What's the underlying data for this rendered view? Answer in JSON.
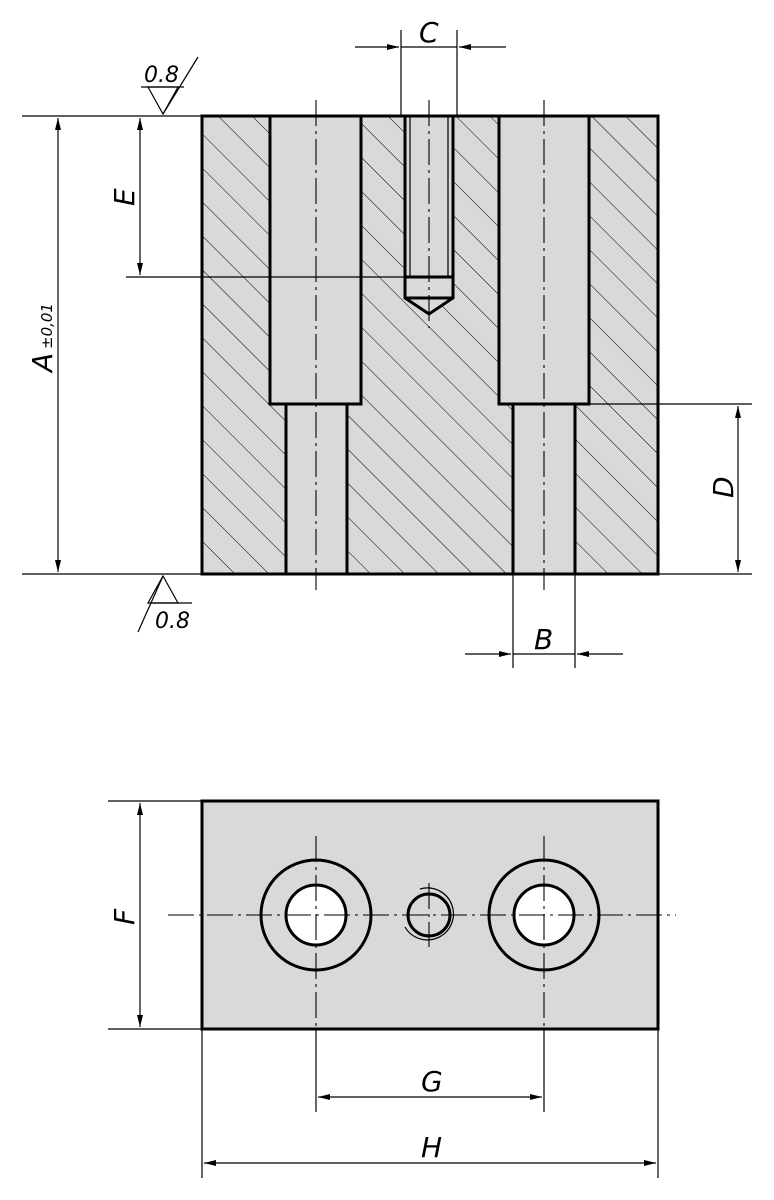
{
  "labels": {
    "A": "A",
    "A_tolerance": "±0,01",
    "B": "B",
    "C": "C",
    "D": "D",
    "E": "E",
    "F": "F",
    "G": "G",
    "H": "H"
  },
  "surface_finish": {
    "top": "0.8",
    "bottom": "0.8"
  },
  "colors": {
    "material_fill": "#d9d9d9",
    "line": "#000000",
    "background": "#ffffff"
  }
}
